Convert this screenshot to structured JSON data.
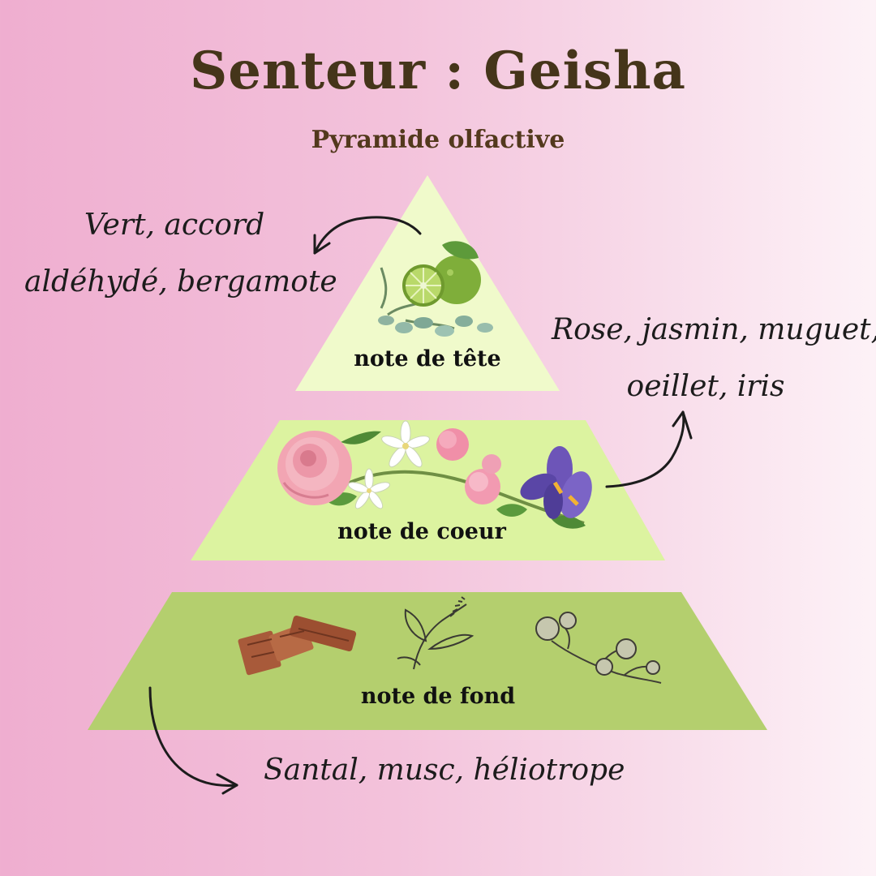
{
  "header": {
    "title": "Senteur : Geisha",
    "subtitle": "Pyramide olfactive"
  },
  "pyramid": {
    "top": {
      "label": "note de tête",
      "notes_line1": "Vert, accord",
      "notes_line2": "aldéhydé, bergamote"
    },
    "middle": {
      "label": "note de coeur",
      "notes_line1": "Rose, jasmin, muguet,",
      "notes_line2": "oeillet, iris"
    },
    "bottom": {
      "label": "note de fond",
      "notes": "Santal, musc, héliotrope"
    }
  },
  "colors": {
    "tier_top": "#f0facb",
    "tier_middle": "#dcf3a0",
    "tier_bottom": "#b4cf6e",
    "title": "#45351a",
    "ink": "#1c1c1c"
  },
  "icons": [
    "bergamot-icon",
    "eucalyptus-icon",
    "rose-icon",
    "jasmine-icon",
    "carnation-icon",
    "iris-icon",
    "sandalwood-icon",
    "heliotrope-icon",
    "musk-plant-icon"
  ]
}
